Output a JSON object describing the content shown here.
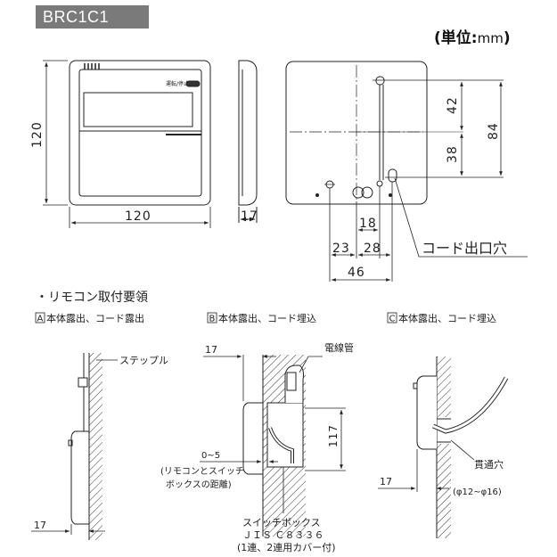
{
  "model": "BRC1C1",
  "unit_note": {
    "prefix": "(単位:",
    "unit": "mm",
    "suffix": ")"
  },
  "front_view": {
    "display_label": "運転/停止",
    "width_dim": "120",
    "height_dim": "120"
  },
  "side_view": {
    "depth_dim": "17"
  },
  "back_view": {
    "dim_42": "42",
    "dim_38": "38",
    "dim_84": "84",
    "dim_18": "18",
    "dim_23": "23",
    "dim_28": "28",
    "dim_46": "46",
    "cord_hole_label": "コード出口穴"
  },
  "install": {
    "title": "・リモコン取付要領",
    "method_a": {
      "badge": "A",
      "caption": "本体露出、コード露出",
      "staple_label": "ステップル",
      "dim_17": "17"
    },
    "method_b": {
      "badge": "B",
      "caption": "本体露出、コード埋込",
      "dim_17": "17",
      "conduit_label": "電線管",
      "dim_117": "117",
      "gap_label": "0~5",
      "gap_note_1": "(リモコンとスイッチ",
      "gap_note_2": "ボックスの距離)",
      "box_label_1": "スイッチボックス",
      "box_label_2": "ＪＩＳ Ｃ８３３６",
      "box_label_3": "(1連、2連用カバー付)"
    },
    "method_c": {
      "badge": "C",
      "caption": "本体露出、コード埋込",
      "dim_17": "17",
      "hole_label": "貫通穴",
      "hole_spec": "(φ12~φ16)"
    }
  }
}
